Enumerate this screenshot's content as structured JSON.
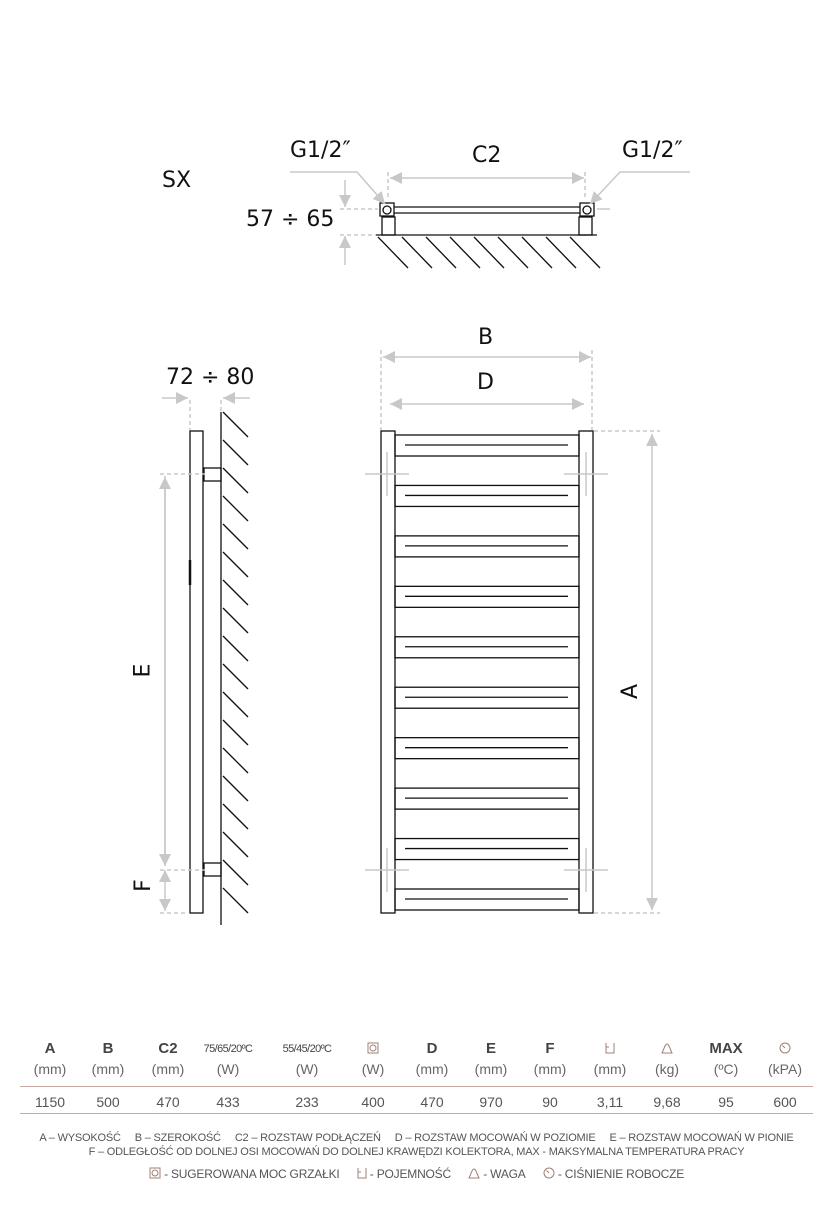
{
  "drawing": {
    "top_view": {
      "label": "SX",
      "left_connection": "G1/2″",
      "right_connection": "G1/2″",
      "spacing_label": "C2",
      "wall_distance": "57 ÷ 65"
    },
    "side_view": {
      "depth": "72 ÷ 80",
      "e_label": "E",
      "f_label": "F"
    },
    "front_view": {
      "b_label": "B",
      "d_label": "D",
      "a_label": "A",
      "panel_count": 10
    }
  },
  "table": {
    "columns": [
      {
        "header": "A",
        "unit": "(mm)",
        "value": "1150"
      },
      {
        "header": "B",
        "unit": "(mm)",
        "value": "500"
      },
      {
        "header": "C2",
        "unit": "(mm)",
        "value": "470"
      },
      {
        "header": "75/65/20ºC",
        "unit": "(W)",
        "value": "433"
      },
      {
        "header": "55/45/20ºC",
        "unit": "(W)",
        "value": "233"
      },
      {
        "header": "",
        "icon": "heater-socket-icon",
        "unit": "(W)",
        "value": "400"
      },
      {
        "header": "D",
        "unit": "(mm)",
        "value": "470"
      },
      {
        "header": "E",
        "unit": "(mm)",
        "value": "970"
      },
      {
        "header": "F",
        "unit": "(mm)",
        "value": "90"
      },
      {
        "header": "",
        "icon": "capacity-icon",
        "unit": "(mm)",
        "value": "3,11"
      },
      {
        "header": "",
        "icon": "weight-icon",
        "unit": "(kg)",
        "value": "9,68"
      },
      {
        "header": "MAX",
        "unit": "(ºC)",
        "value": "95"
      },
      {
        "header": "",
        "icon": "pressure-gauge-icon",
        "unit": "(kPA)",
        "value": "600"
      }
    ]
  },
  "legend": {
    "line1": [
      "A – WYSOKOŚĆ",
      "B – SZEROKOŚĆ",
      "C2 – ROZSTAW PODŁĄCZEŃ",
      "D – ROZSTAW MOCOWAŃ W POZIOMIE",
      "E – ROZSTAW MOCOWAŃ W PIONIE"
    ],
    "line2": "F –  ODLEGŁOŚĆ OD DOLNEJ OSI MOCOWAŃ DO DOLNEJ KRAWĘDZI KOLEKTORA, MAX - MAKSYMALNA TEMPERATURA PRACY",
    "icons": [
      {
        "icon": "heater-socket-icon",
        "text": "- SUGEROWANA MOC GRZAŁKI"
      },
      {
        "icon": "capacity-icon",
        "text": "- POJEMNOŚĆ"
      },
      {
        "icon": "weight-icon",
        "text": "- WAGA"
      },
      {
        "icon": "pressure-gauge-icon",
        "text": "- CIŚNIENIE ROBOCZE"
      }
    ]
  },
  "colors": {
    "line": "#c9aaa0",
    "icon": "#a08078",
    "dimension": "#c8c8c8"
  }
}
